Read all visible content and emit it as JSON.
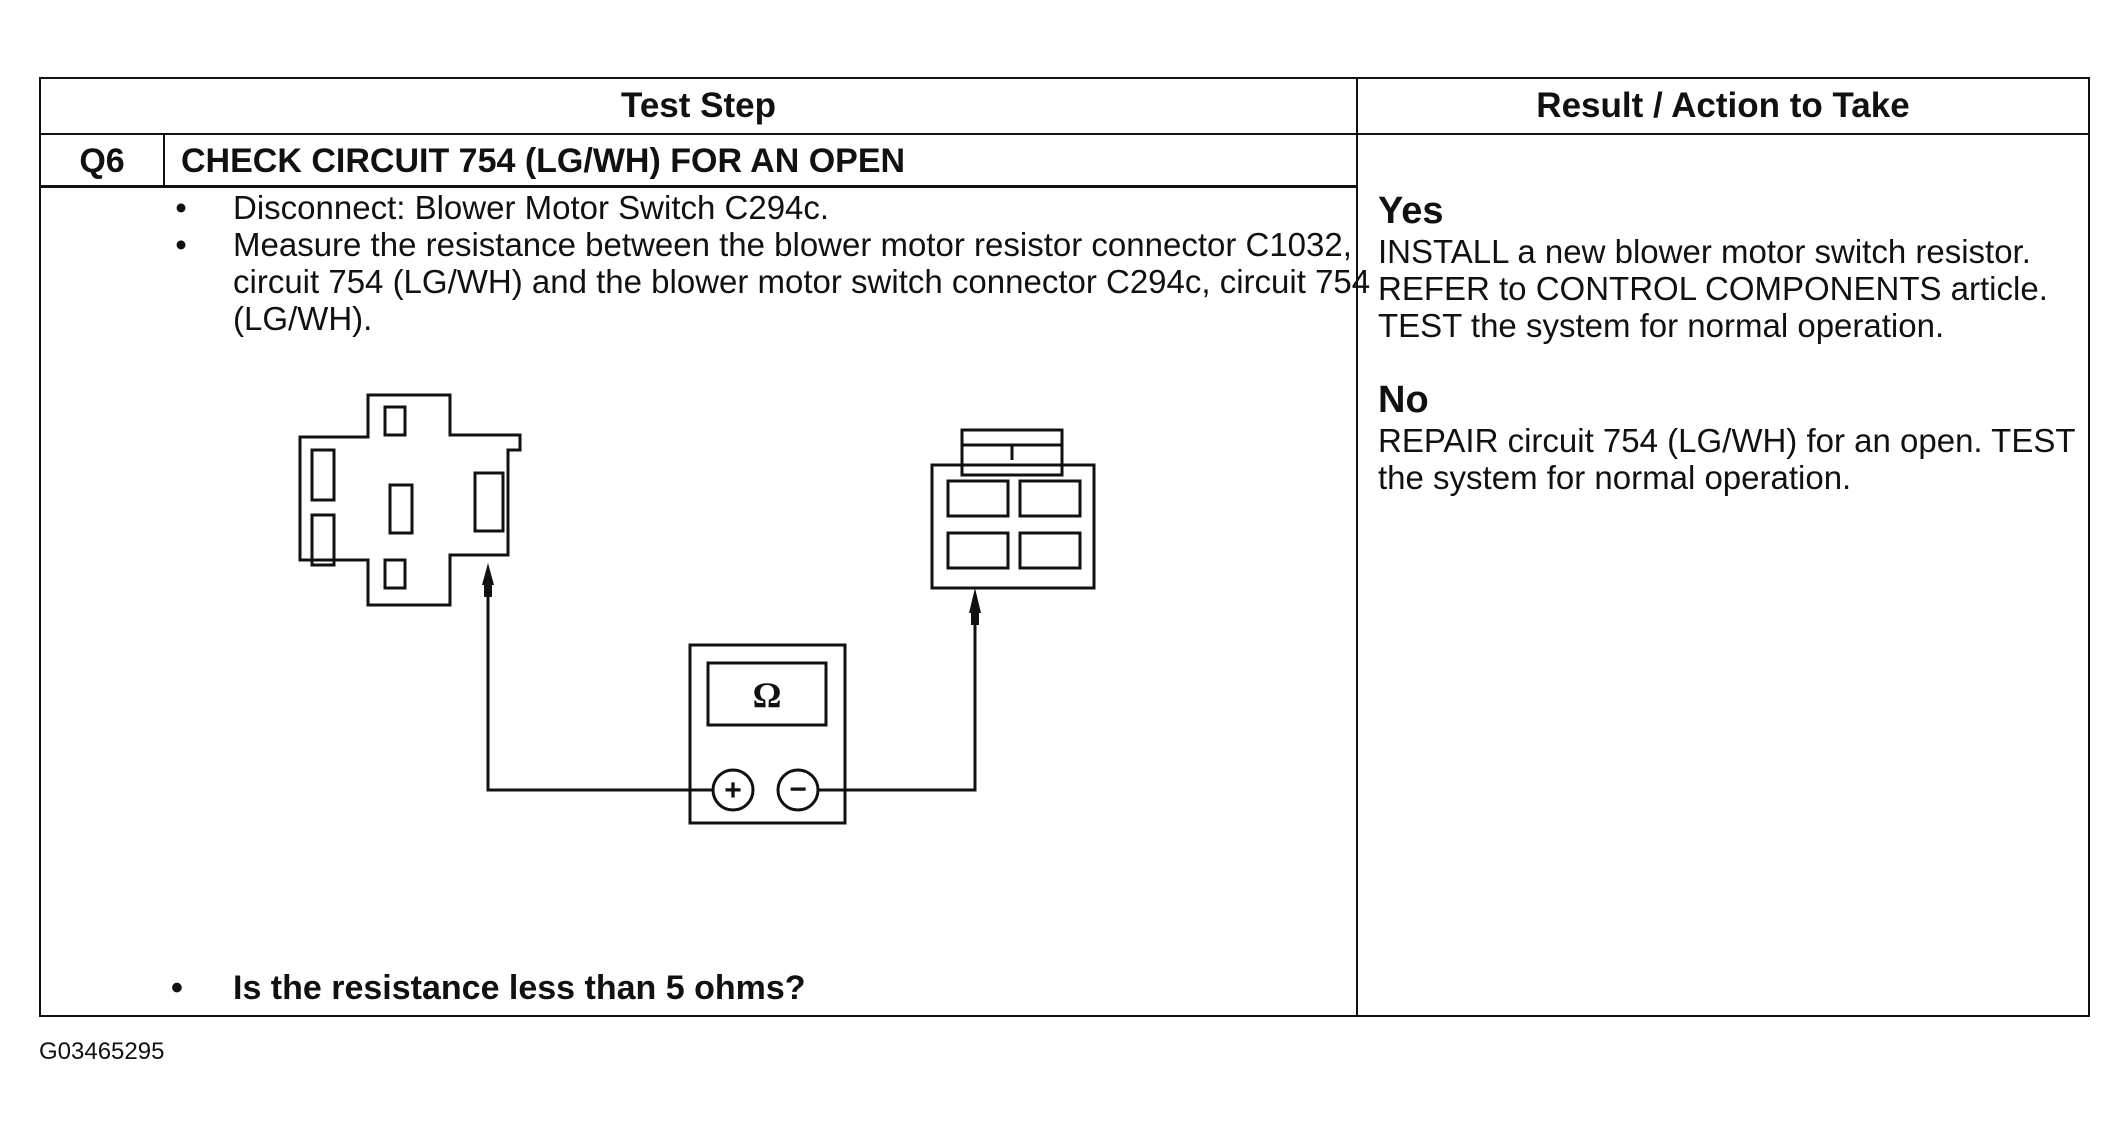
{
  "table": {
    "headers": {
      "test_step": "Test Step",
      "result_action": "Result / Action to Take"
    },
    "step": {
      "number": "Q6",
      "title": "CHECK CIRCUIT 754 (LG/WH) FOR AN OPEN",
      "instructions": [
        "Disconnect: Blower Motor Switch C294c.",
        "Measure the resistance between the blower motor resistor connector C1032, circuit 754 (LG/WH) and the blower motor switch connector C294c, circuit 754 (LG/WH)."
      ],
      "question": "Is the resistance less than 5 ohms?"
    },
    "results": [
      {
        "label": "Yes",
        "action": "INSTALL a new blower motor switch resistor. REFER to CONTROL COMPONENTS article. TEST the system for normal operation."
      },
      {
        "label": "No",
        "action": "REPAIR circuit 754 (LG/WH) for an open. TEST the system for normal operation."
      }
    ]
  },
  "diagram": {
    "meter_symbol": "Ω",
    "plus_symbol": "+",
    "minus_symbol": "−"
  },
  "figure_id": "G03465295"
}
